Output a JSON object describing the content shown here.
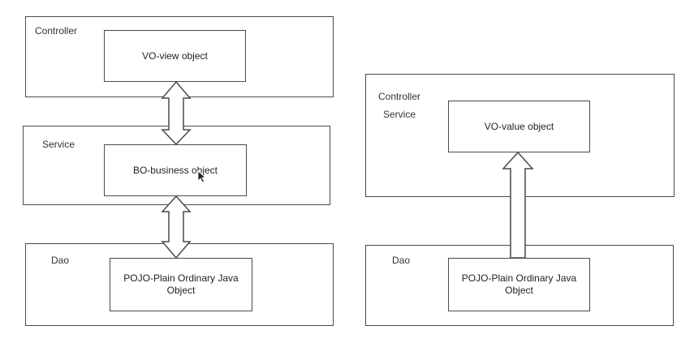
{
  "left_diagram": {
    "controller_label": "Controller",
    "vo_view": "VO-view object",
    "service_label": "Service",
    "bo": "BO-business object",
    "dao_label": "Dao",
    "pojo": "POJO-Plain Ordinary Java Object"
  },
  "right_diagram": {
    "controller_label": "Controller",
    "service_label": "Service",
    "vo_value": "VO-value object",
    "dao_label": "Dao",
    "pojo": "POJO-Plain Ordinary Java Object"
  },
  "colors": {
    "stroke": "#4a4a4a",
    "arrow_fill": "#ffffff"
  }
}
